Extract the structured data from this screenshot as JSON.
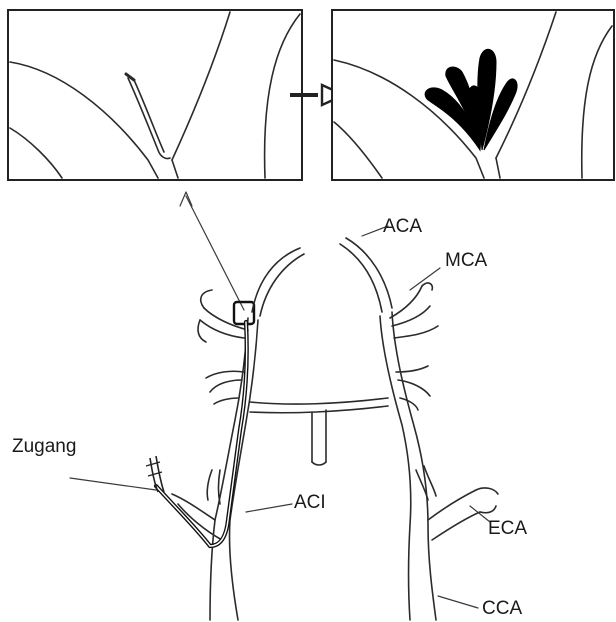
{
  "labels": {
    "aca": "ACA",
    "mca": "MCA",
    "zugang": "Zugang",
    "aci": "ACI",
    "eca": "ECA",
    "cca": "CCA"
  }
}
